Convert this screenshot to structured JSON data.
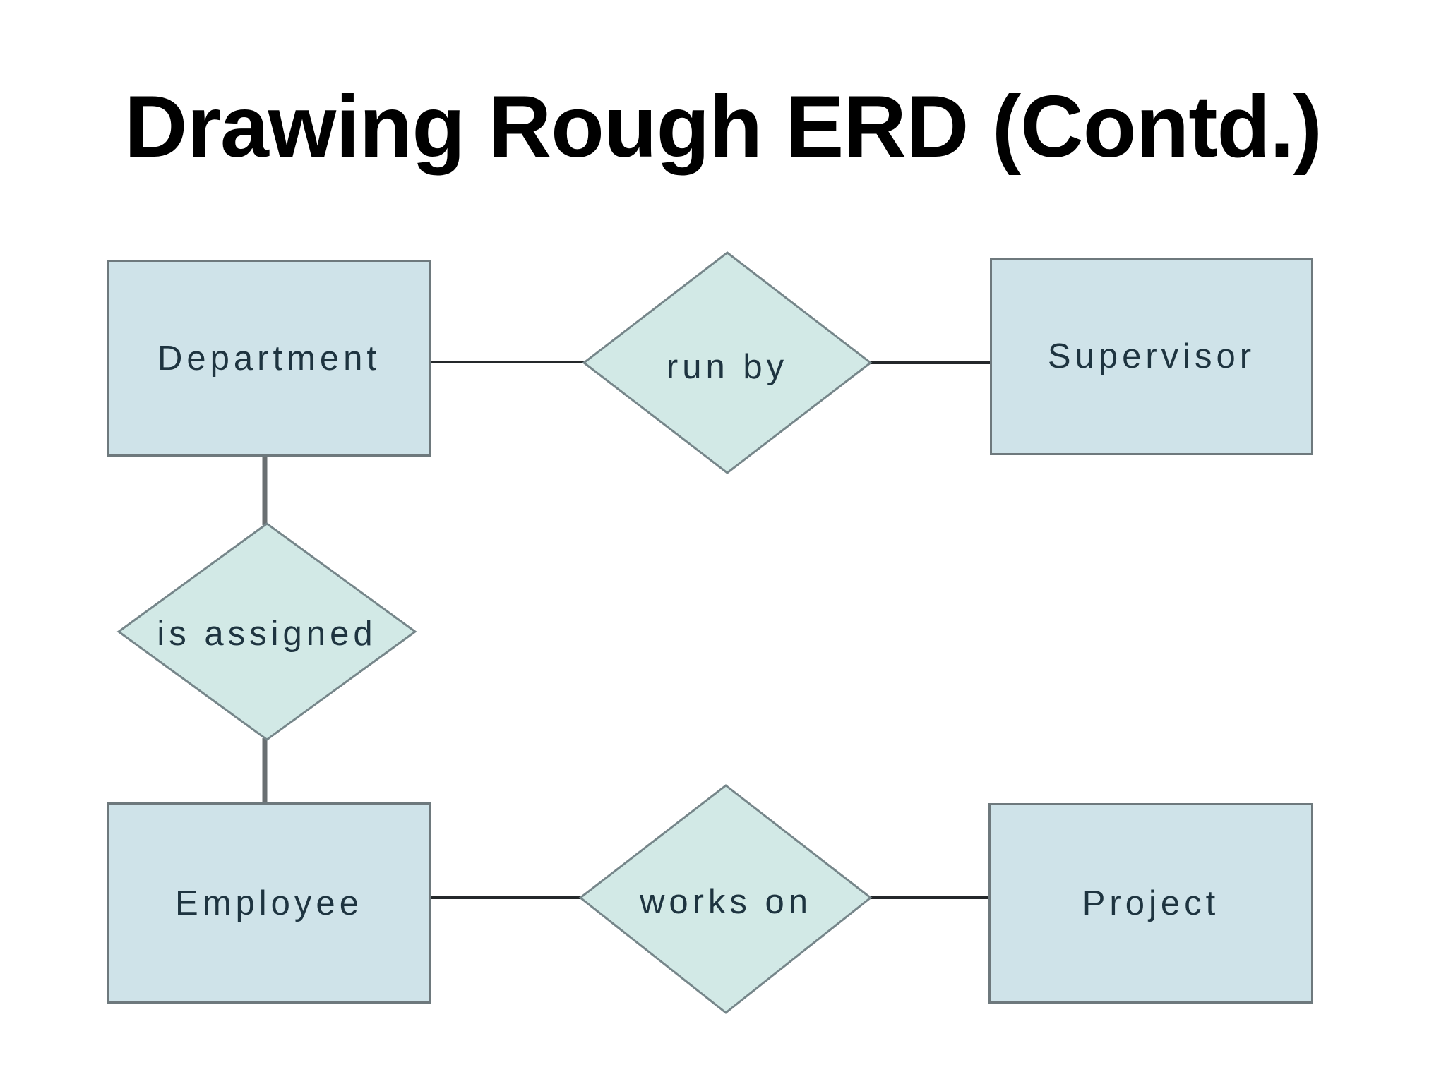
{
  "title": "Drawing Rough ERD (Contd.)",
  "diagram": {
    "entities": [
      {
        "id": "department",
        "label": "Department"
      },
      {
        "id": "supervisor",
        "label": "Supervisor"
      },
      {
        "id": "employee",
        "label": "Employee"
      },
      {
        "id": "project",
        "label": "Project"
      }
    ],
    "relationships": [
      {
        "id": "run-by",
        "label": "run by",
        "between": [
          "Department",
          "Supervisor"
        ]
      },
      {
        "id": "is-assigned",
        "label": "is assigned",
        "between": [
          "Department",
          "Employee"
        ]
      },
      {
        "id": "works-on",
        "label": "works on",
        "between": [
          "Employee",
          "Project"
        ]
      }
    ],
    "colors": {
      "background": "#ffffff",
      "title_text": "#000000",
      "shape_fill_rect": "#cfe3e9",
      "shape_fill_diamond": "#d2e9e6",
      "shape_border": "#6e797d",
      "label_text": "#1e3440",
      "connector_dark": "#24282a",
      "connector_gray": "#696f71"
    }
  }
}
